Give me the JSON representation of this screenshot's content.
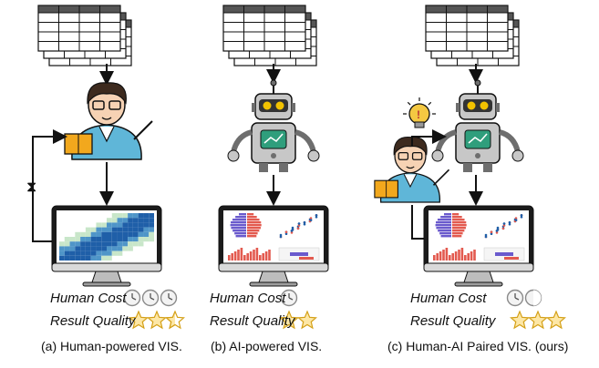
{
  "panels": [
    {
      "id": "a",
      "cost_label": "Human Cost",
      "quality_label": "Result Quality",
      "caption": "(a) Human-powered VIS.",
      "cost_clocks": 3,
      "quality_stars": 2.5,
      "actors": [
        "human"
      ],
      "chart_kind": "heatmap"
    },
    {
      "id": "b",
      "cost_label": "Human Cost",
      "quality_label": "Result Quality",
      "caption": "(b) AI-powered VIS.",
      "cost_clocks": 1,
      "quality_stars": 2,
      "actors": [
        "robot"
      ],
      "chart_kind": "multi"
    },
    {
      "id": "c",
      "cost_label": "Human Cost",
      "quality_label": "Result Quality",
      "caption": "(c) Human-AI Paired VIS. (ours)",
      "cost_clocks": 1.5,
      "quality_stars": 3,
      "actors": [
        "human",
        "robot"
      ],
      "chart_kind": "multi"
    }
  ],
  "colors": {
    "table_fill": "#ffffff",
    "table_shadow": "#555555",
    "stroke": "#111111",
    "robot_body": "#c7c7c7",
    "robot_dark": "#6e6e6e",
    "robot_screen": "#2f9e7c",
    "robot_eye": "#f2c200",
    "person_shirt": "#5fb6d8",
    "person_skin": "#f6d2b4",
    "person_hair": "#3d2a1e",
    "book": "#f2a81d",
    "star_fill": "#fde7a6",
    "star_stroke": "#d4a017",
    "clock_stroke": "#8a8a8a",
    "heatmap_dark": "#1f5fa8",
    "heatmap_light": "#c8e6c9",
    "bar_red": "#e35a4f",
    "bar_purple": "#6a5acd",
    "bulb": "#f4c842"
  }
}
